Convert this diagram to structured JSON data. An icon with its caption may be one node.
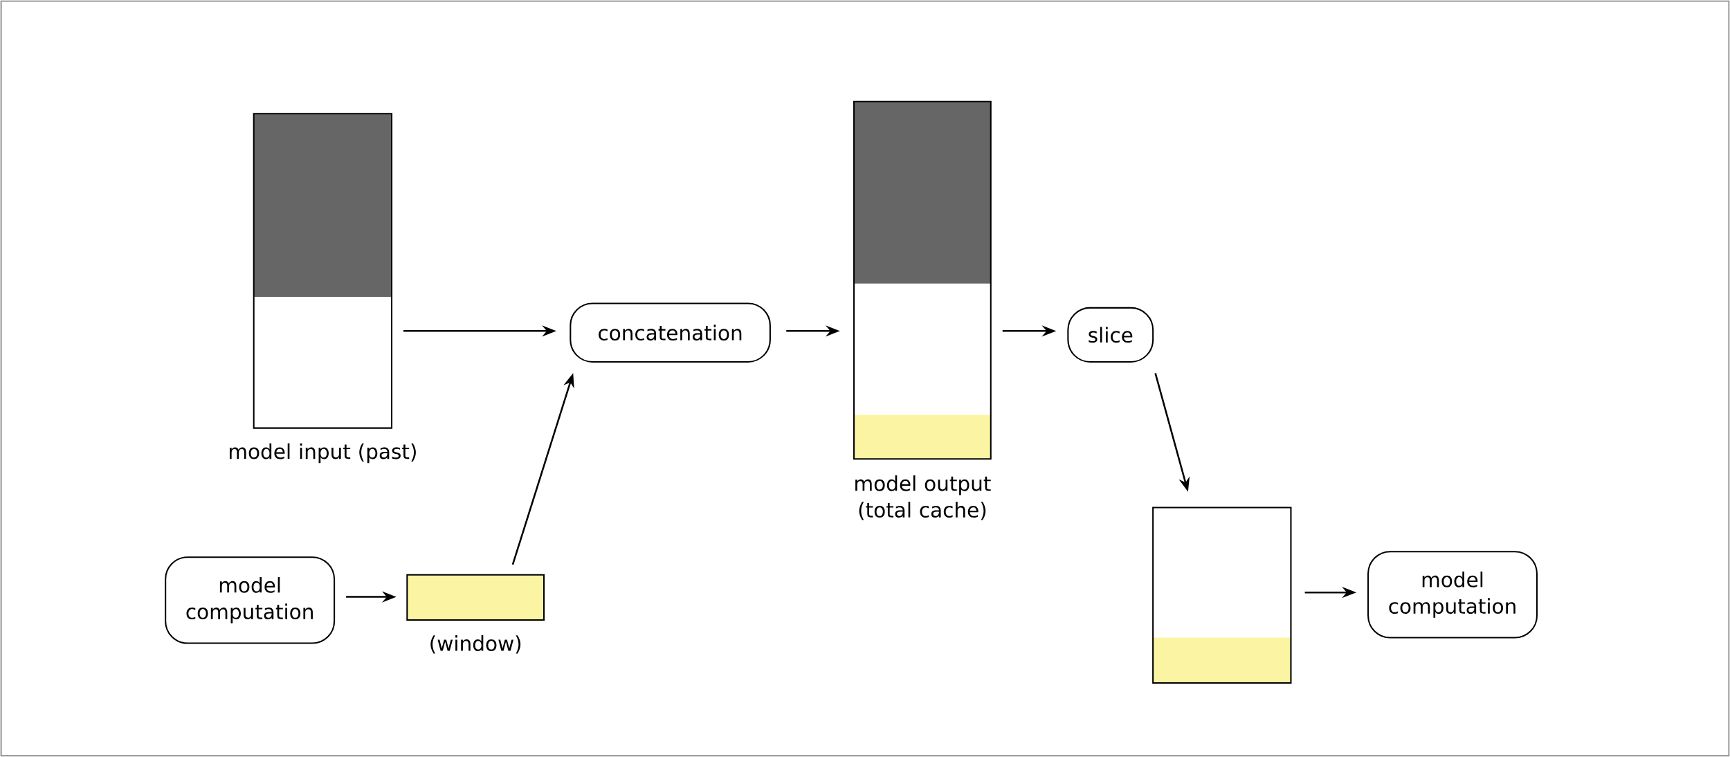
{
  "diagram": {
    "nodes": [
      {
        "text": [
          "model input (past)"
        ]
      },
      {
        "text": [
          "concatenation"
        ]
      },
      {
        "text": [
          "model computation"
        ]
      },
      {
        "text": [
          "(window)"
        ]
      },
      {
        "text": [
          "model output (total cache)"
        ]
      },
      {
        "text": [
          "slice"
        ]
      },
      {
        "text": [],
        "shape": "box"
      },
      {
        "text": [
          "model computation"
        ]
      }
    ],
    "edges": [
      {
        "from": 0,
        "to": 1,
        "arrow": "to"
      },
      {
        "from": 2,
        "to": 3,
        "arrow": "to"
      },
      {
        "from": 3,
        "to": 1,
        "arrow": "to"
      },
      {
        "from": 1,
        "to": 4,
        "arrow": "to"
      },
      {
        "from": 4,
        "to": 5,
        "arrow": "to"
      },
      {
        "from": 5,
        "to": 6,
        "arrow": "to"
      },
      {
        "from": 6,
        "to": 7,
        "arrow": "to"
      }
    ]
  }
}
